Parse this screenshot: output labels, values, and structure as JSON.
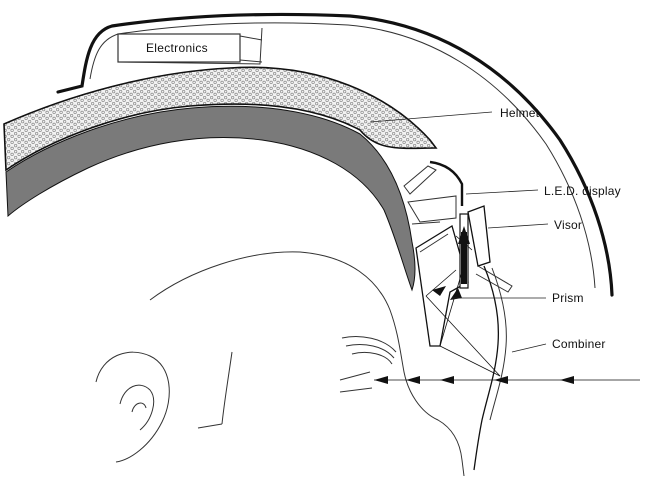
{
  "diagram": {
    "labels": {
      "electronics": "Electronics",
      "helmet": "Helmet",
      "led_display": "L.E.D. display",
      "visor": "Visor",
      "prism": "Prism",
      "combiner": "Combiner"
    },
    "colors": {
      "ink": "#111111",
      "foam_bg": "#f2f2f2",
      "foam_dot": "#9a9a9a",
      "liner": "#7a7a7a",
      "led_fill": "#111111",
      "background": "#ffffff"
    },
    "icons": {
      "arrow": "filled-triangle-arrowhead"
    }
  }
}
